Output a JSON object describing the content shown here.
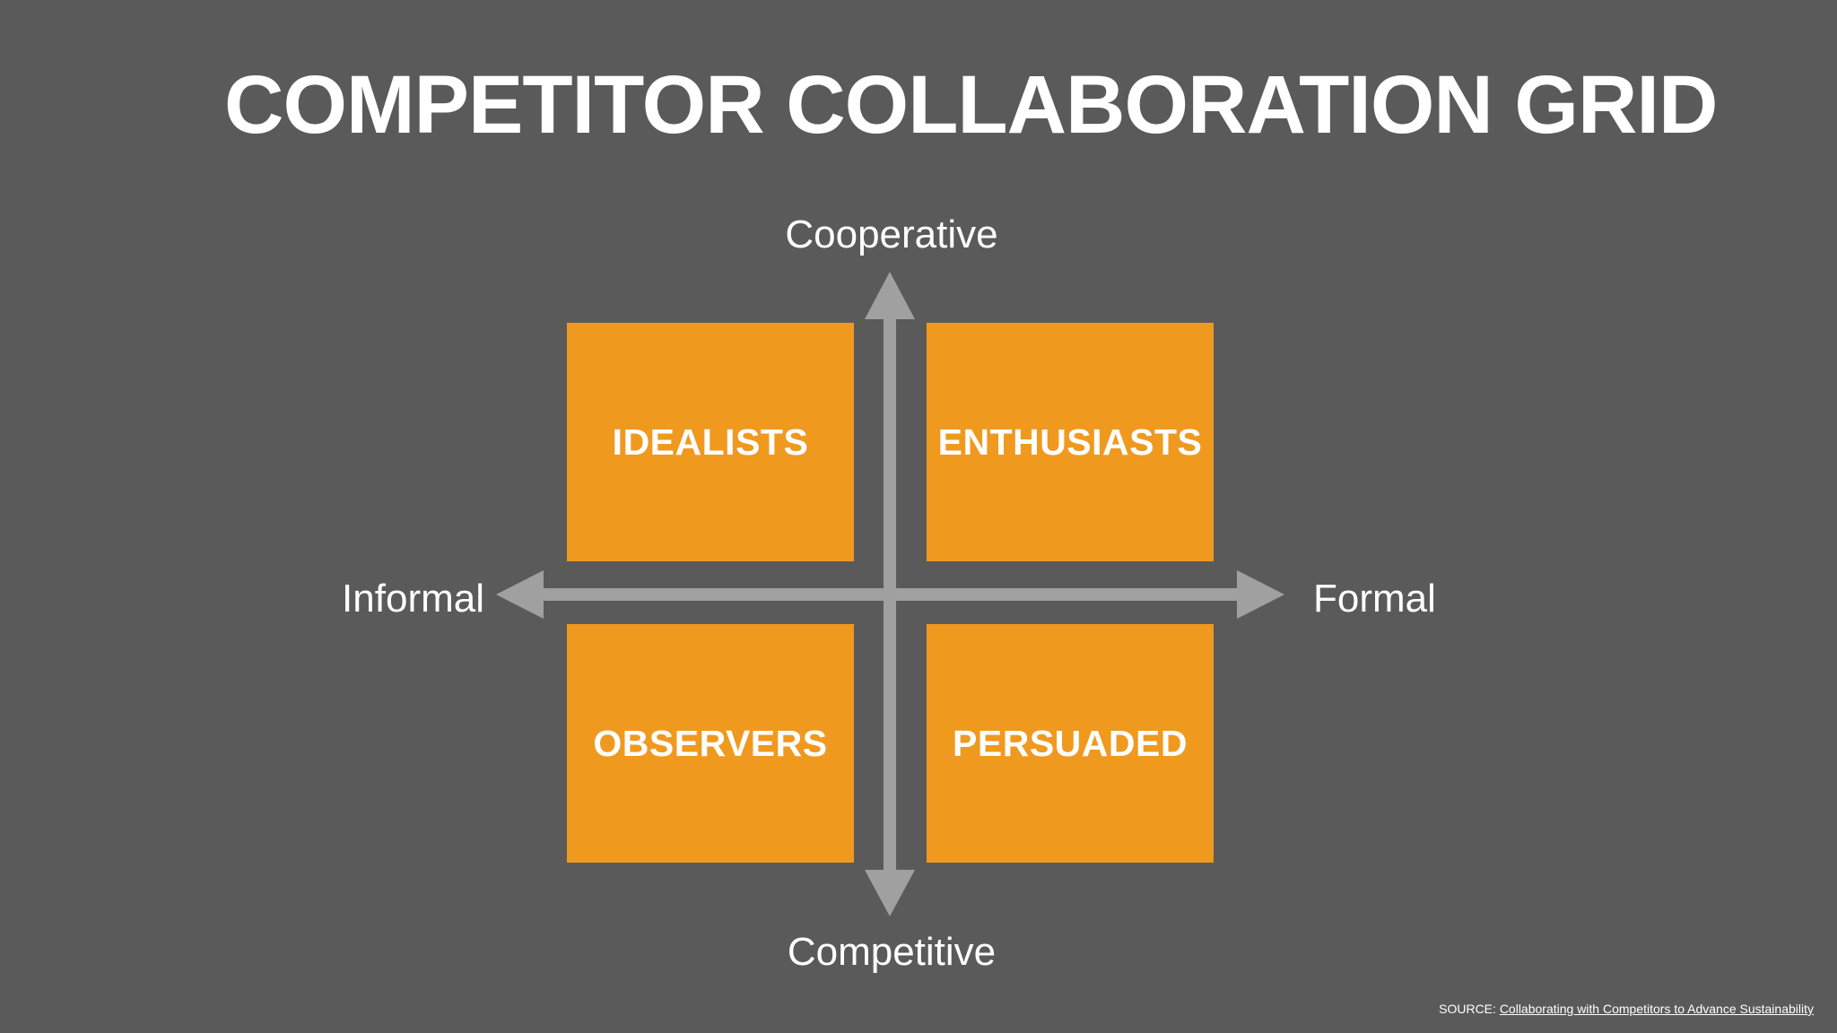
{
  "title": "COMPETITOR COLLABORATION GRID",
  "axes": {
    "top": "Cooperative",
    "bottom": "Competitive",
    "left": "Informal",
    "right": "Formal"
  },
  "quadrants": {
    "top_left": "IDEALISTS",
    "top_right": "ENTHUSIASTS",
    "bottom_left": "OBSERVERS",
    "bottom_right": "PERSUADED"
  },
  "source": {
    "prefix": "SOURCE:",
    "link_text": "Collaborating with Competitors to Advance Sustainability"
  },
  "colors": {
    "background": "#5a5a5a",
    "quadrant_fill": "#f0991f",
    "axis": "#a0a0a0",
    "text": "#ffffff"
  }
}
